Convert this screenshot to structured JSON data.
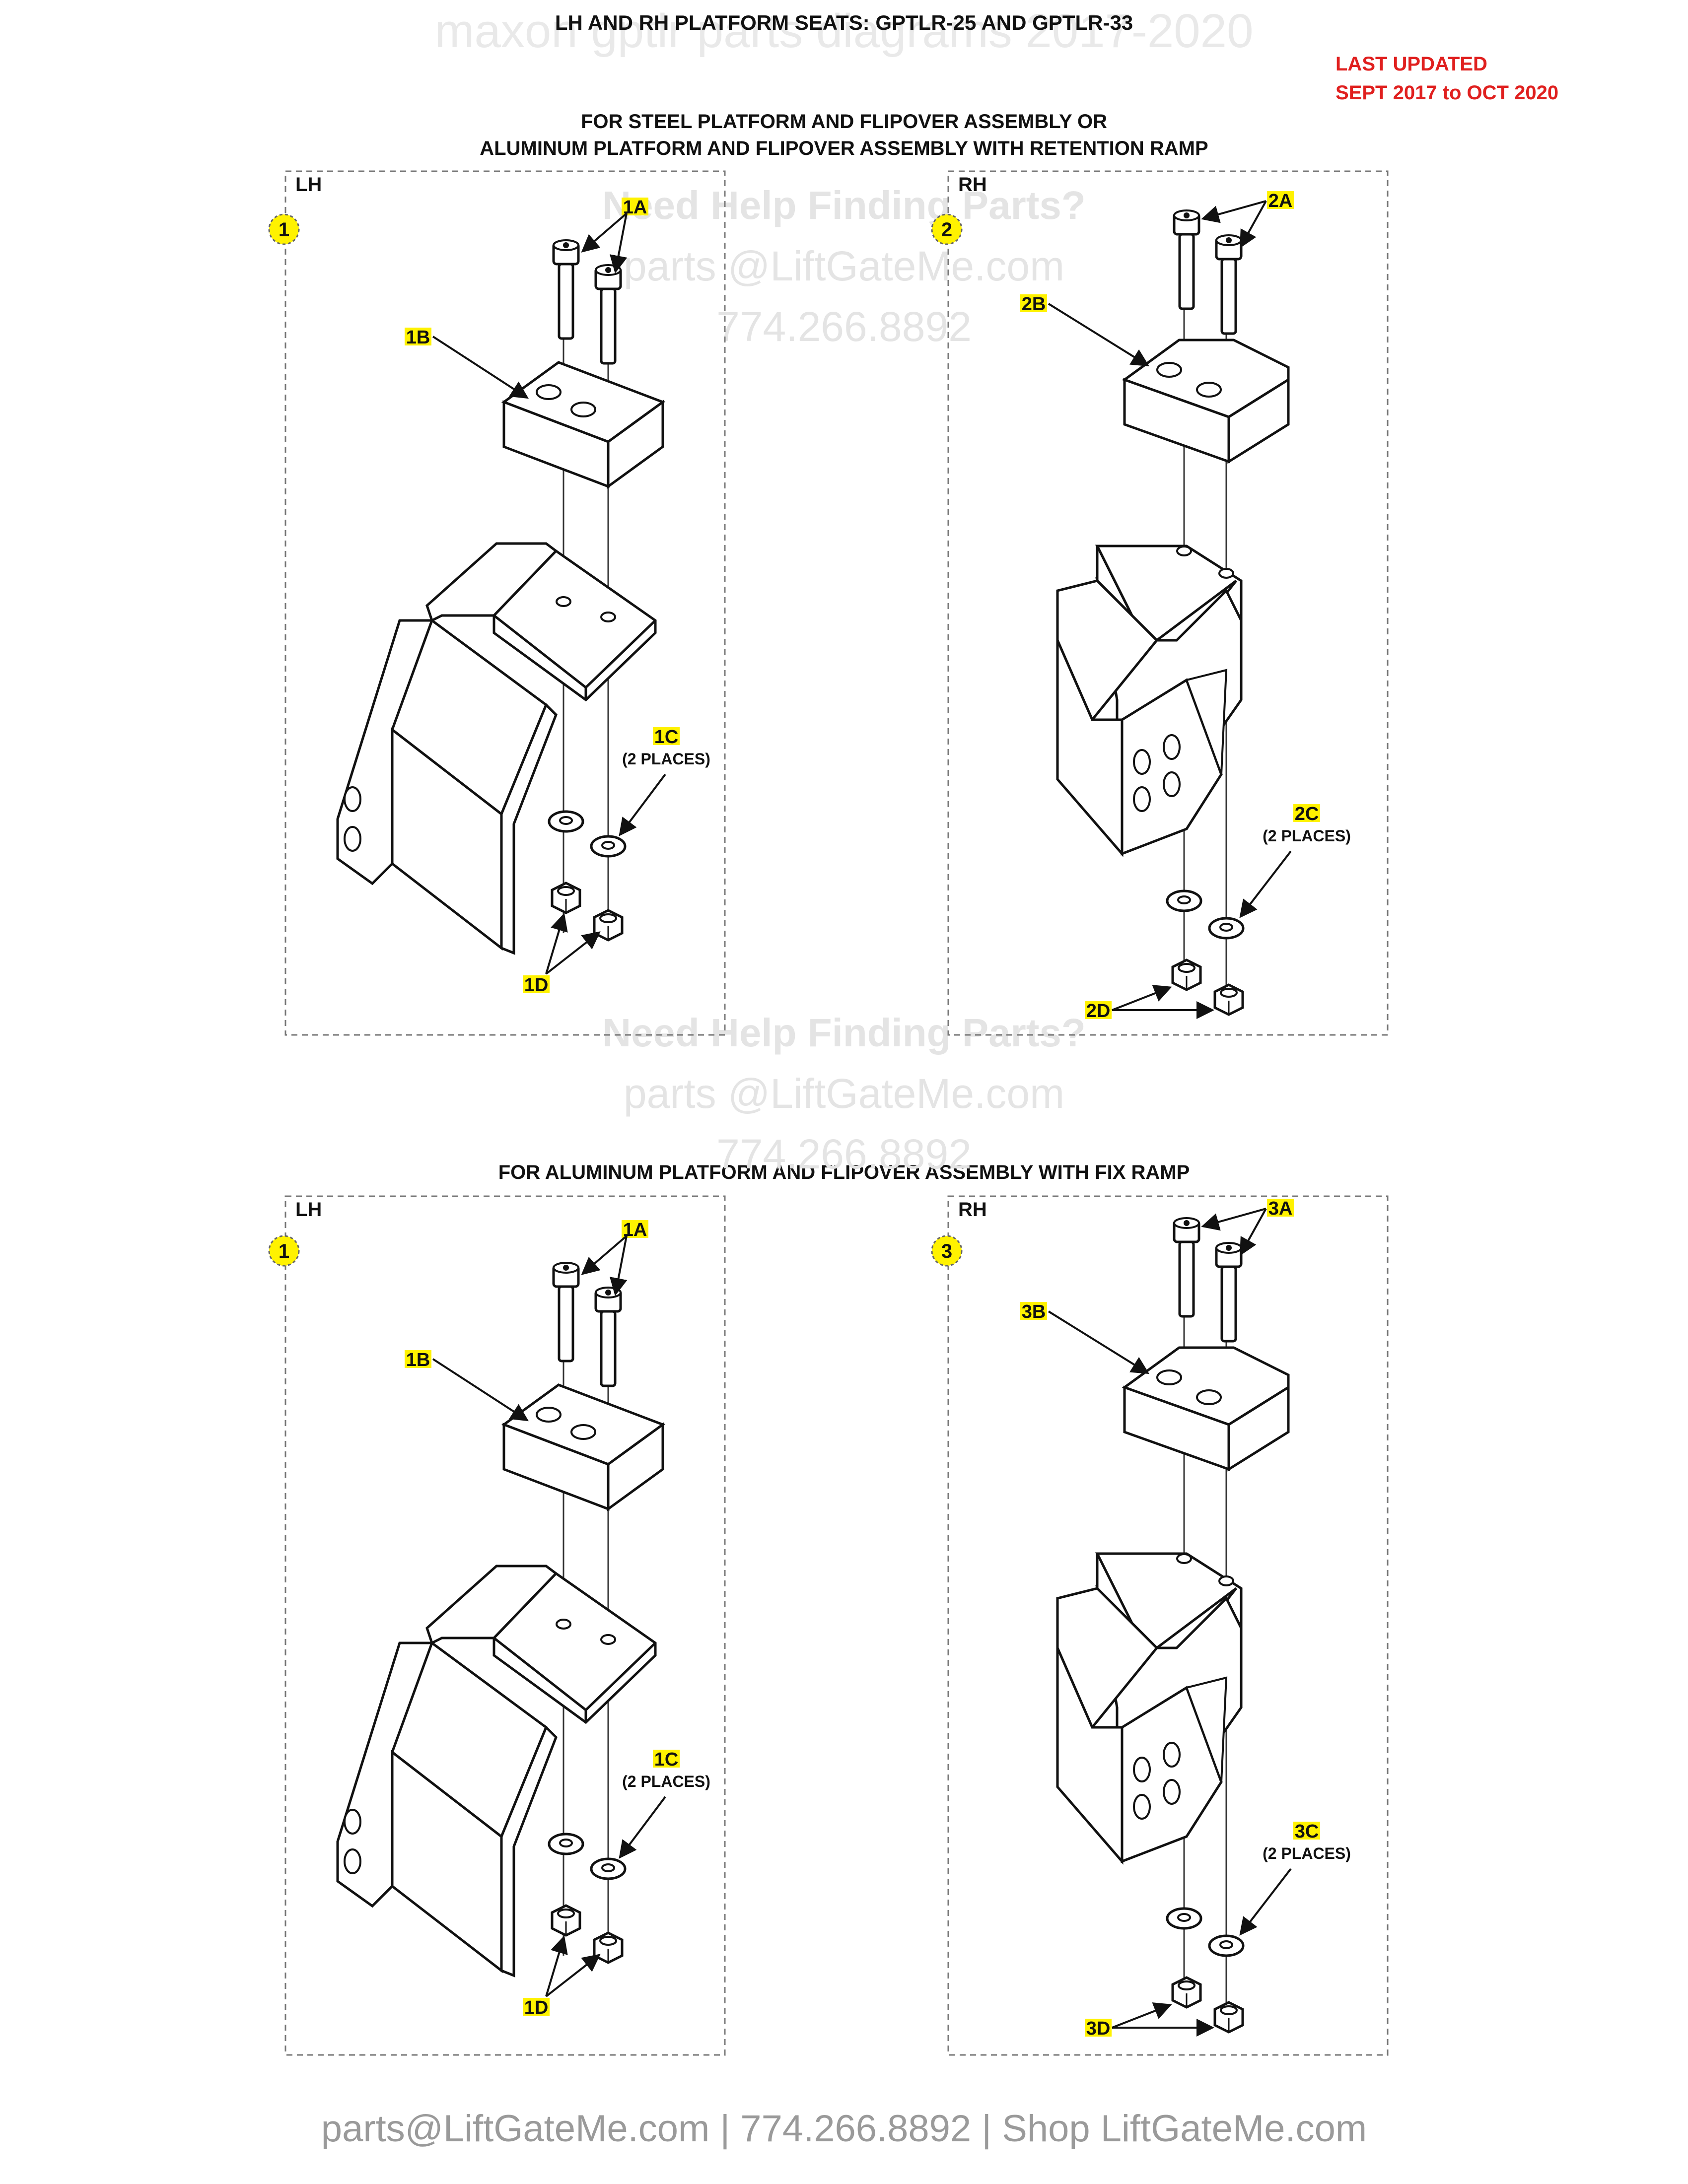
{
  "header": {
    "title": "LH AND RH PLATFORM SEATS: GPTLR-25 AND GPTLR-33",
    "watermark": "maxon gptlr parts diagrams 2017-2020",
    "last_updated_line1": "LAST UPDATED",
    "last_updated_line2": "SEPT 2017 to OCT 2020"
  },
  "sections": [
    {
      "title_line1": "FOR STEEL PLATFORM AND FLIPOVER ASSEMBLY OR",
      "title_line2": "ALUMINUM PLATFORM AND FLIPOVER ASSEMBLY WITH RETENTION RAMP"
    },
    {
      "title_line1": "FOR ALUMINUM PLATFORM AND FLIPOVER ASSEMBLY WITH FIX RAMP"
    }
  ],
  "watermark_help": {
    "line1": "Need Help Finding Parts?",
    "line2": "parts @LiftGateMe.com",
    "line3": "774.266.8892"
  },
  "panels": [
    {
      "side": "LH",
      "badge": "1",
      "bolt_label": "1A",
      "seat_label": "1B",
      "washer_label": "1C",
      "washer_note": "(2 PLACES)",
      "nut_label": "1D"
    },
    {
      "side": "RH",
      "badge": "2",
      "bolt_label": "2A",
      "seat_label": "2B",
      "washer_label": "2C",
      "washer_note": "(2 PLACES)",
      "nut_label": "2D"
    },
    {
      "side": "LH",
      "badge": "1",
      "bolt_label": "1A",
      "seat_label": "1B",
      "washer_label": "1C",
      "washer_note": "(2 PLACES)",
      "nut_label": "1D"
    },
    {
      "side": "RH",
      "badge": "3",
      "bolt_label": "3A",
      "seat_label": "3B",
      "washer_label": "3C",
      "washer_note": "(2 PLACES)",
      "nut_label": "3D"
    }
  ],
  "footer": {
    "text": "parts@LiftGateMe.com | 774.266.8892 | Shop LiftGateMe.com"
  },
  "colors": {
    "label_highlight": "#fff200",
    "badge_fill": "#fff200",
    "updated_text": "#e0201f",
    "line": "#111111",
    "watermark": "#e4e4e4",
    "footer_text": "#9a9a9a"
  }
}
